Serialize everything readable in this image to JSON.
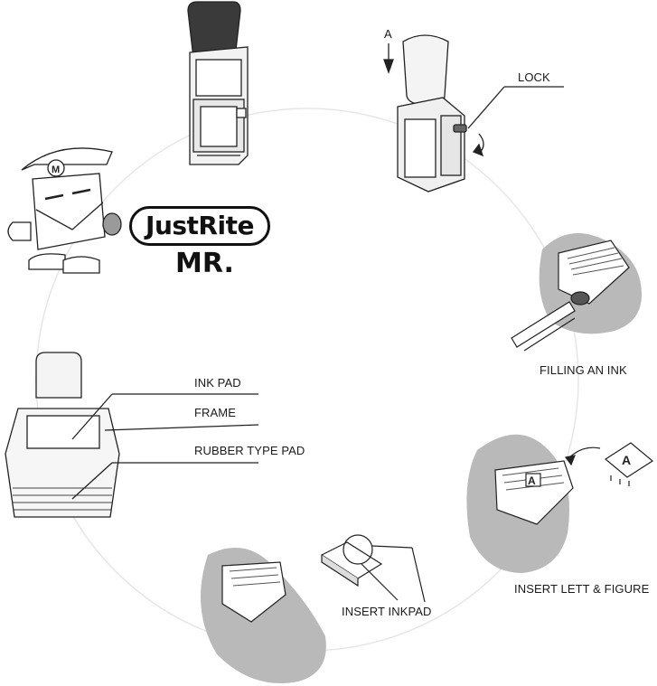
{
  "brand": {
    "name": "JustRite",
    "model": "MR."
  },
  "labels": {
    "lock": "LOCK",
    "arrow_a": "A",
    "filling": "FILLING AN INK",
    "insert_letter": "INSERT LETT & FIGURE",
    "insert_inkpad": "INSERT INKPAD",
    "ink_pad": "INK PAD",
    "frame": "FRAME",
    "rubber_type_pad": "RUBBER TYPE PAD",
    "type_letter": "A",
    "cap_letter": "M"
  },
  "colors": {
    "hand": "#b9b9b9",
    "hand_dark": "#9a9a9a",
    "line": "#222222",
    "circle": "#e6e6e6",
    "handle": "#3a3a3a"
  }
}
